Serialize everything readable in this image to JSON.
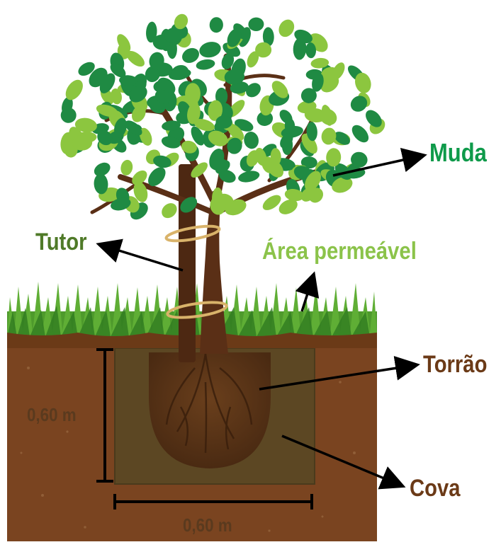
{
  "labels": {
    "muda": "Muda",
    "tutor": "Tutor",
    "area_permeavel": "Área permeável",
    "torrao": "Torrão",
    "cova": "Cova"
  },
  "dimensions": {
    "depth": "0,60 m",
    "width": "0,60 m"
  },
  "colors": {
    "muda": "#0e9a4a",
    "tutor": "#4f7a28",
    "area_permeavel": "#8bc34a",
    "torrao": "#6b3a17",
    "cova": "#6b3a17",
    "dimension_text": "#5a3a1e",
    "soil": "#7a4420",
    "pit": "#5b4824",
    "trunk": "#5a2f16",
    "leaf_dark": "#1f8a43",
    "leaf_light": "#8cc63f"
  }
}
